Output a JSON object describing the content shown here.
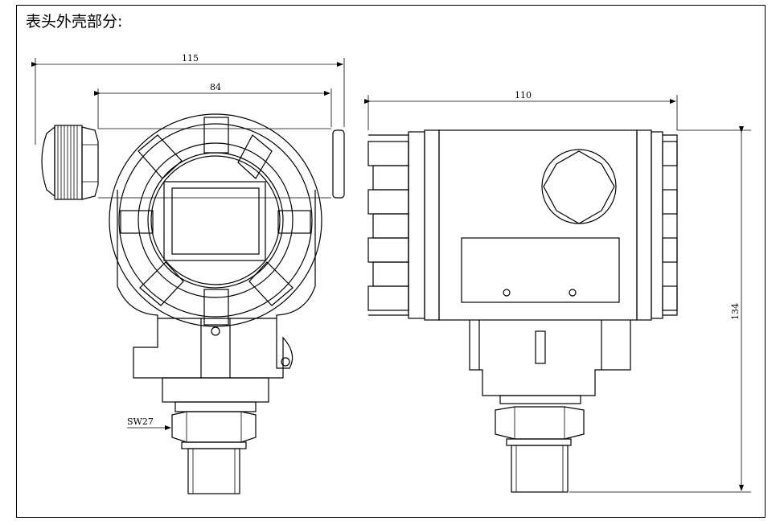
{
  "title": "表头外壳部分:",
  "dimensions": {
    "overall_width": "115",
    "inner_width": "84",
    "side_width": "110",
    "height": "134",
    "wrench": "SW27"
  }
}
